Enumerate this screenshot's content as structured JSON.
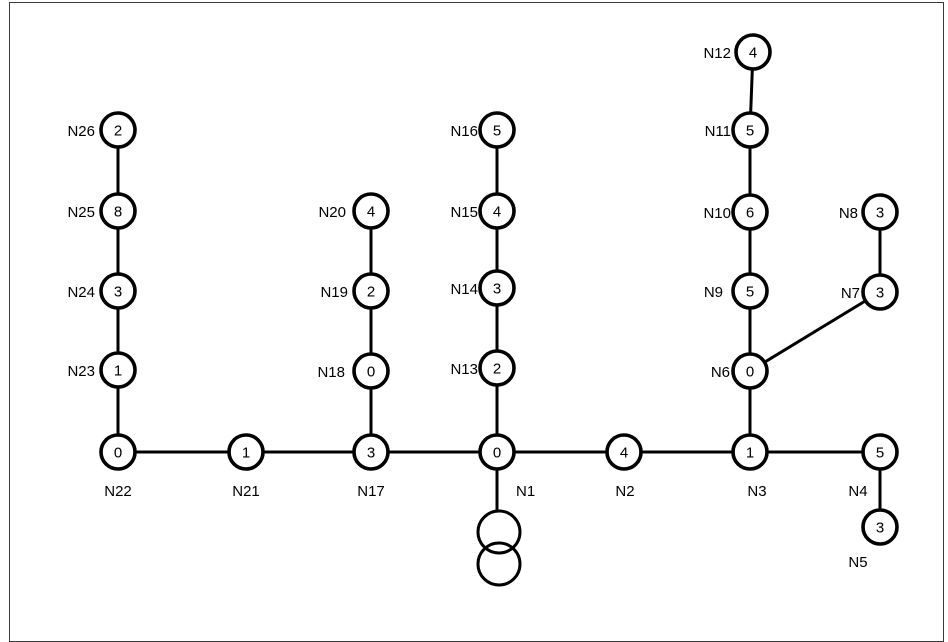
{
  "nodes": [
    {
      "id": "N1",
      "value": "0"
    },
    {
      "id": "N2",
      "value": "4"
    },
    {
      "id": "N3",
      "value": "1"
    },
    {
      "id": "N4",
      "value": "5"
    },
    {
      "id": "N5",
      "value": "3"
    },
    {
      "id": "N6",
      "value": "0"
    },
    {
      "id": "N7",
      "value": "3"
    },
    {
      "id": "N8",
      "value": "3"
    },
    {
      "id": "N9",
      "value": "5"
    },
    {
      "id": "N10",
      "value": "6"
    },
    {
      "id": "N11",
      "value": "5"
    },
    {
      "id": "N12",
      "value": "4"
    },
    {
      "id": "N13",
      "value": "2"
    },
    {
      "id": "N14",
      "value": "3"
    },
    {
      "id": "N15",
      "value": "4"
    },
    {
      "id": "N16",
      "value": "5"
    },
    {
      "id": "N17",
      "value": "3"
    },
    {
      "id": "N18",
      "value": "0"
    },
    {
      "id": "N19",
      "value": "2"
    },
    {
      "id": "N20",
      "value": "4"
    },
    {
      "id": "N21",
      "value": "1"
    },
    {
      "id": "N22",
      "value": "0"
    },
    {
      "id": "N23",
      "value": "1"
    },
    {
      "id": "N24",
      "value": "3"
    },
    {
      "id": "N25",
      "value": "8"
    },
    {
      "id": "N26",
      "value": "2"
    }
  ],
  "edges": [
    [
      "N22",
      "N21"
    ],
    [
      "N21",
      "N17"
    ],
    [
      "N17",
      "N1"
    ],
    [
      "N1",
      "N2"
    ],
    [
      "N2",
      "N3"
    ],
    [
      "N3",
      "N4"
    ],
    [
      "N4",
      "N5"
    ],
    [
      "N3",
      "N6"
    ],
    [
      "N6",
      "N7"
    ],
    [
      "N7",
      "N8"
    ],
    [
      "N6",
      "N9"
    ],
    [
      "N9",
      "N10"
    ],
    [
      "N10",
      "N11"
    ],
    [
      "N11",
      "N12"
    ],
    [
      "N1",
      "N13"
    ],
    [
      "N13",
      "N14"
    ],
    [
      "N14",
      "N15"
    ],
    [
      "N15",
      "N16"
    ],
    [
      "N17",
      "N18"
    ],
    [
      "N18",
      "N19"
    ],
    [
      "N19",
      "N20"
    ],
    [
      "N22",
      "N23"
    ],
    [
      "N23",
      "N24"
    ],
    [
      "N24",
      "N25"
    ],
    [
      "N25",
      "N26"
    ]
  ],
  "source": {
    "attached_to": "N1",
    "symbol": "transformer-icon"
  }
}
